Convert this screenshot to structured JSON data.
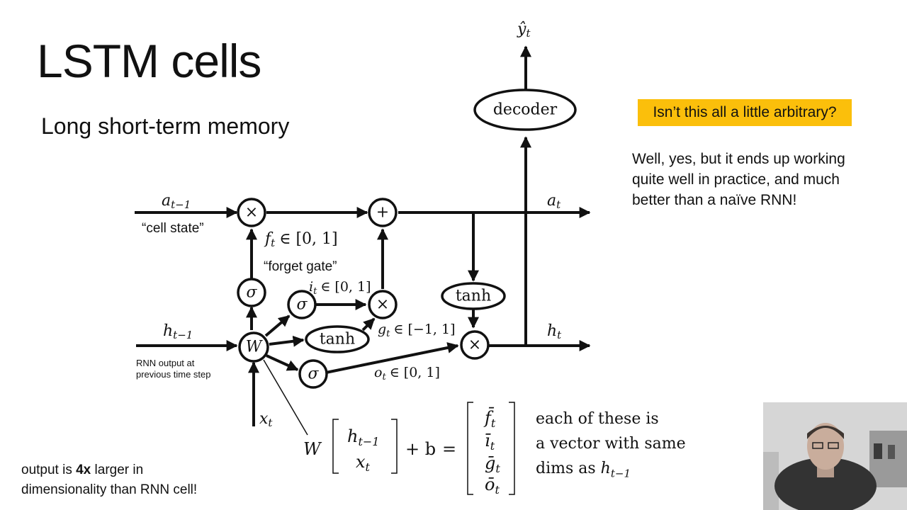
{
  "slide": {
    "title": "LSTM cells",
    "subtitle": "Long short-term memory",
    "callout": "Isn’t this all a little arbitrary?",
    "answer_lines": [
      "Well, yes, but it ends up working",
      "quite well in practice, and much",
      "better than a naïve RNN!"
    ],
    "note_line1_pre": "output is ",
    "note_line1_bold": "4x",
    "note_line1_post": " larger in",
    "note_line2": "dimensionality than RNN cell!"
  },
  "diagram": {
    "cell_state_label": "“cell state”",
    "forget_gate_label": "“forget gate”",
    "rnn_output_note_line1": "RNN output at",
    "rnn_output_note_line2": "previous time step",
    "decoder_label": "decoder",
    "tanh_label": "tanh",
    "times_symbol": "×",
    "plus_symbol": "+",
    "sigma_symbol": "σ",
    "W_symbol": "W",
    "a_prev": "a",
    "a_prev_sub": "t−1",
    "a_t": "a",
    "a_t_sub": "t",
    "h_prev": "h",
    "h_prev_sub": "t−1",
    "h_t": "h",
    "h_t_sub": "t",
    "x_t": "x",
    "x_t_sub": "t",
    "y_hat": "ŷ",
    "y_hat_sub": "t",
    "f_gate": "f",
    "f_gate_sub": "t",
    "f_gate_range": "∈ [0, 1]",
    "i_gate": "i",
    "i_gate_sub": "t",
    "i_gate_range": "∈ [0, 1]",
    "g_gate": "g",
    "g_gate_sub": "t",
    "g_gate_range": "∈ [−1, 1]",
    "o_gate": "o",
    "o_gate_sub": "t",
    "o_gate_range": "∈ [0, 1]"
  },
  "equation": {
    "W": "W",
    "vec_in": [
      {
        "sym": "h",
        "sub": "t−1"
      },
      {
        "sym": "x",
        "sub": "t"
      }
    ],
    "plus_b": "+ b",
    "equals": "=",
    "vec_out": [
      {
        "sym": "f̄",
        "sub": "t"
      },
      {
        "sym": "ī",
        "sub": "t"
      },
      {
        "sym": "ḡ",
        "sub": "t"
      },
      {
        "sym": "ō",
        "sub": "t"
      }
    ],
    "desc_line1": "each of these is",
    "desc_line2": "a vector with same",
    "desc_line3_pre": "dims as ",
    "desc_line3_sym": "h",
    "desc_line3_sub": "t−1"
  }
}
